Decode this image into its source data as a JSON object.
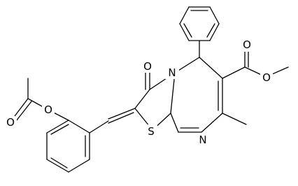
{
  "structure": {
    "atom_labels": {
      "O1": "O",
      "O2": "O",
      "O3": "O",
      "O4": "O",
      "O5": "O",
      "S": "S",
      "N1": "N",
      "N2": "N"
    },
    "bond_color": "#000000",
    "background": "#ffffff"
  }
}
